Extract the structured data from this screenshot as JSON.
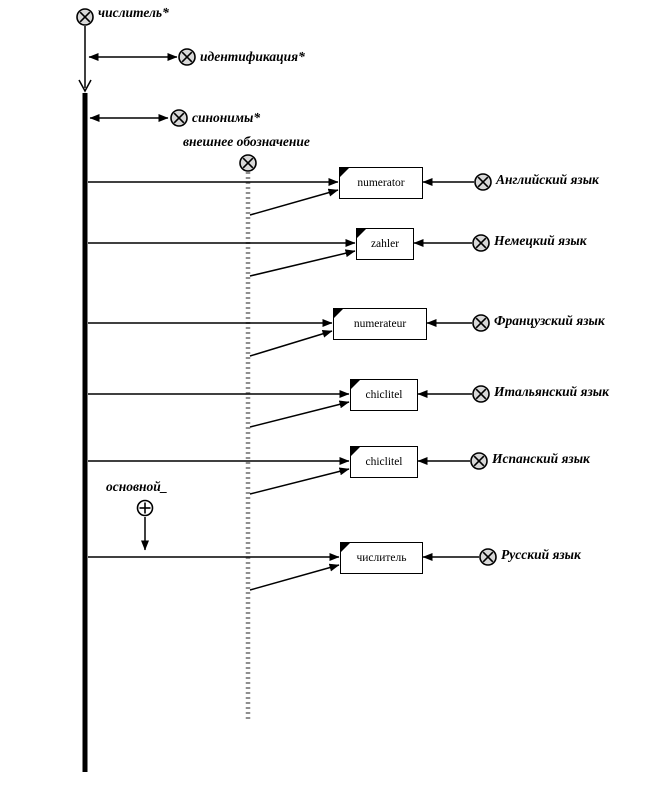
{
  "diagram": {
    "concept": {
      "label": "числитель*"
    },
    "identification": {
      "label": "идентификация*"
    },
    "synonyms": {
      "label": "синонимы*"
    },
    "external_designation": {
      "label": "внешнее обозначение"
    },
    "basic": {
      "label": "основной_"
    },
    "terms": [
      {
        "term": "numerator",
        "language": "Английский язык"
      },
      {
        "term": "zahler",
        "language": "Немецкий язык"
      },
      {
        "term": "numerateur",
        "language": "Французский язык"
      },
      {
        "term": "chiclitel",
        "language": "Итальянский язык"
      },
      {
        "term": "chiclitel",
        "language": "Испанский язык"
      },
      {
        "term": "числитель",
        "language": "Русский язык"
      }
    ],
    "colors": {
      "line": "#000000",
      "circle_fill": "#d8d8d8",
      "external_line": "#8f8f8f"
    },
    "icons": {
      "term_source": "x-circle-icon",
      "basic_marker": "plus-circle-icon",
      "term_box_corner": "folded-corner-icon"
    }
  }
}
